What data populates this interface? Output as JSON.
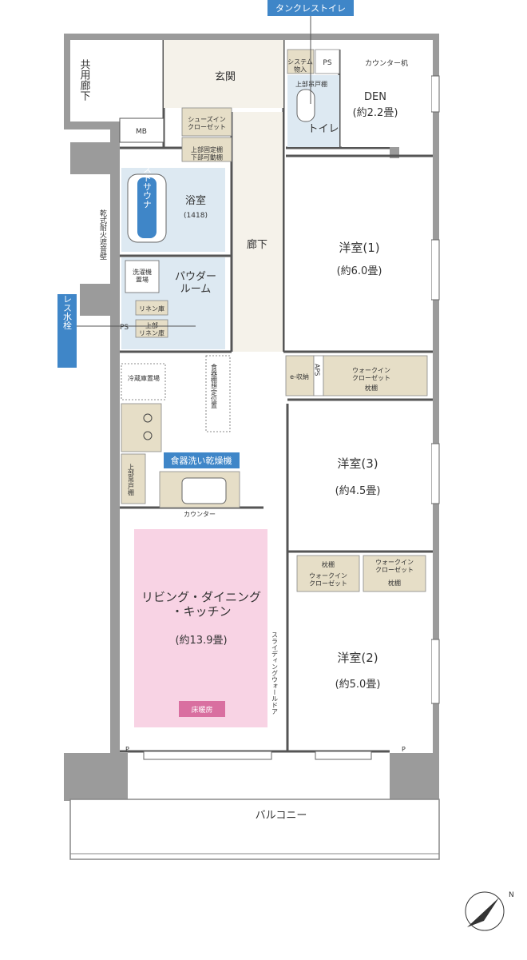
{
  "callouts": {
    "tankless_toilet": "タンクレストイレ",
    "touchless_faucet": "タッチレス水栓",
    "dishwasher": "食器洗い乾燥機",
    "mist_sauna": "ミストサウナ"
  },
  "rooms": {
    "genkan": "玄関",
    "shared_corridor": "共用廊下",
    "mb": "MB",
    "shoes_closet": "シューズイン\nクローゼット",
    "shoes_shelf": "上部固定棚\n下部可動棚",
    "system_storage": "システム\n物入",
    "ps_top": "PS",
    "upper_cabinet_toilet": "上部吊戸棚",
    "toilet": "トイレ",
    "counter_desk": "カウンター机",
    "den": "DEN",
    "den_size": "(約2.2畳)",
    "bath": "浴室",
    "bath_size": "(1418)",
    "corridor": "廊下",
    "dry_wall": "乾式耐火遮音壁",
    "laundry": "洗濯機\n置場",
    "powder": "パウダー\nルーム",
    "linen": "リネン庫",
    "linen_upper": "上部\nリネン庫",
    "ps_mid": "PS",
    "western1": "洋室(1)",
    "western1_size": "(約6.0畳)",
    "e_storage": "e-収納",
    "aps": "APS",
    "wic1": "ウォークイン\nクローゼット",
    "shelf1": "枕棚",
    "fridge": "冷蔵庫置場",
    "dish_rack": "食器棚想定位置",
    "upper_cabinet_kitchen": "上部吊戸棚",
    "counter": "カウンター",
    "western3": "洋室(3)",
    "western3_size": "(約4.5畳)",
    "shelf2": "枕棚",
    "wic2": "ウォークイン\nクローゼット",
    "wic3": "ウォークイン\nクローゼット",
    "shelf3": "枕棚",
    "ldk": "リビング・ダイニング\n・キッチン",
    "ldk_size": "(約13.9畳)",
    "floor_heating": "床暖房",
    "sliding_door": "スライディングウォールドア",
    "western2": "洋室(2)",
    "western2_size": "(約5.0畳)",
    "p_left": "P",
    "p_right": "P",
    "balcony": "バルコニー"
  },
  "compass": {
    "label": "N"
  }
}
